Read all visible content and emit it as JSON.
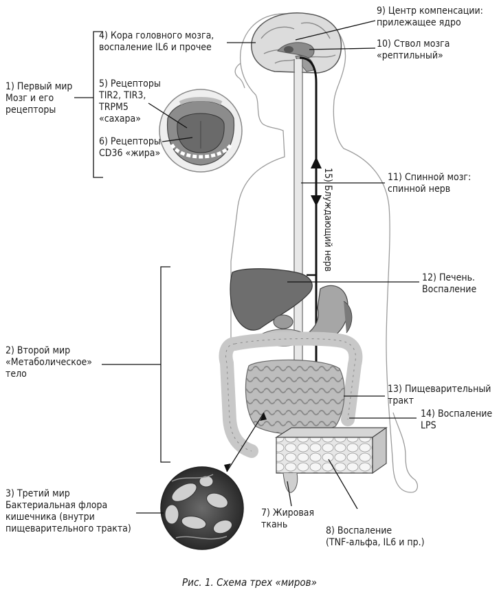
{
  "labels": {
    "l1": "1) Первый мир\nМозг и его\nрецепторы",
    "l2": "2) Второй мир\n«Метаболическое»\nтело",
    "l3": "3) Третий мир\nБактериальная флора\nкишечника (внутри\nпищеварительного тракта)",
    "l4": "4) Кора головного мозга,\nвоспаление IL6 и прочее",
    "l5": "5) Рецепторы\nTIR2, TIR3,\nTRPM5\n«сахара»",
    "l6": "6) Рецепторы\nCD36 «жира»",
    "l7": "7) Жировая\nткань",
    "l8": "8) Воспаление\n(TNF-альфа, IL6 и пр.)",
    "l9": "9) Центр компенсации:\nприлежащее ядро",
    "l10": "10) Ствол мозга\n«рептильный»",
    "l11": "11) Спинной мозг:\nспинной нерв",
    "l12": "12) Печень.\nВоспаление",
    "l13": "13) Пищеварительный\nтракт",
    "l14": "14) Воспаление\nLPS",
    "l15": "15) Блуждающий нерв"
  },
  "caption": "Рис. 1. Схема трех «миров»"
}
